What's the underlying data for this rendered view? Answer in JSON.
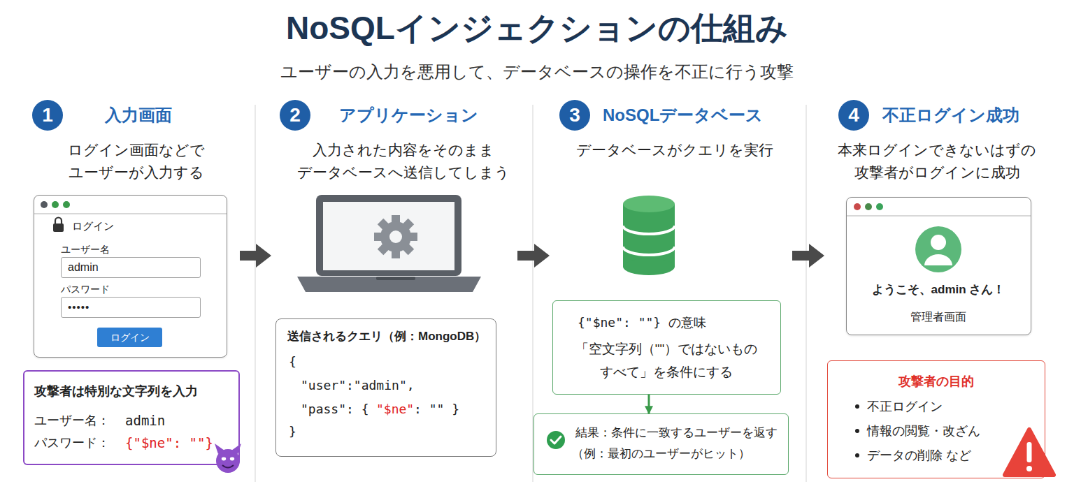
{
  "diagram": {
    "title": "NoSQLインジェクションの仕組み",
    "caption": "ユーザーの入力を悪用して、データベースの操作を不正に行う攻撃",
    "nodes": [
      {
        "text": [
          "1",
          "入力画面"
        ]
      },
      {
        "text": [
          "ログイン",
          "ユーザー名",
          "パスワード"
        ]
      },
      {
        "text": [
          "admin"
        ],
        "in": 1
      },
      {
        "text": [
          "•••••"
        ],
        "in": 1
      },
      {
        "text": [
          "ログイン"
        ],
        "in": 1
      },
      {
        "text": [
          "攻撃者は特別な文字列を入力",
          "ユーザー名：",
          "admin",
          "パスワード：",
          "{\"$ne\": \"\"}"
        ]
      },
      {
        "text": [
          "2",
          "アプリケーション"
        ]
      },
      {
        "text": [
          "送信されるクエリ（例：MongoDB）",
          "{",
          "\"user\":\"admin\",",
          "\"pass\": {",
          "\"$ne\"",
          ": \"\" }",
          "}"
        ]
      },
      {
        "text": [
          "3",
          "NoSQLデータベース"
        ]
      },
      {
        "text": [
          "{\"$ne\": \"\"}",
          "の意味",
          "「空文字列（\"\"）ではないもの すべて」を条件にする"
        ]
      },
      {
        "text": [
          "結果：条件に一致するユーザーを返す",
          "（例：最初のユーザーがヒット）"
        ]
      },
      {
        "text": [
          "4",
          "不正ログイン成功"
        ]
      },
      {
        "text": [
          "ようこそ、admin さん！",
          "管理者画面"
        ]
      },
      {
        "text": [
          "攻撃者の目的",
          "不正ログイン",
          "情報の閲覧・改ざん",
          "データの削除 など"
        ]
      }
    ],
    "edges": [
      {
        "from": 9,
        "to": 10,
        "arrow": "to"
      }
    ],
    "labels": [
      "ログイン画面などで ユーザーが入力する",
      "入力された内容をそのまま データベースへ送信してしまう",
      "データベースがクエリを実行",
      "本来ログインできないはずの 攻撃者がログインに成功"
    ]
  }
}
